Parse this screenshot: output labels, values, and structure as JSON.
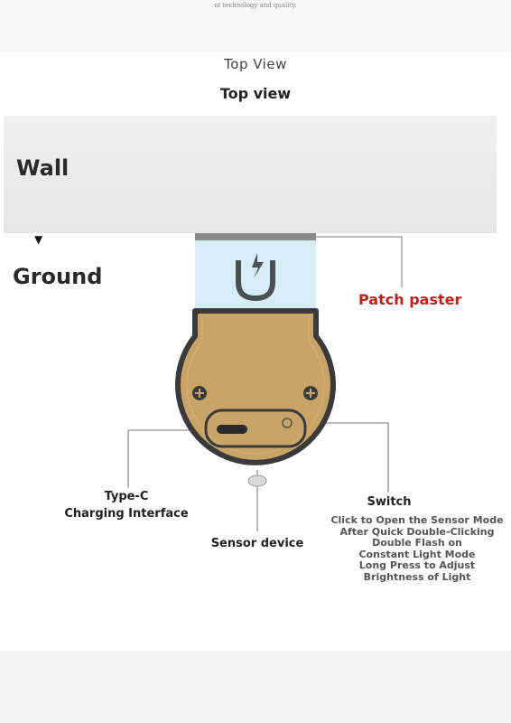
{
  "header": {
    "tagline": "of technology and quality.",
    "title_en": "Top View",
    "title_sub": "Top view"
  },
  "diagram": {
    "wall_label": "Wall",
    "ground_arrow": "▼",
    "ground_label": "Ground",
    "patch_label": "Patch paster",
    "typec_label": [
      "Type-C",
      "Charging Interface"
    ],
    "sensor_label": "Sensor device",
    "switch_label": "Switch",
    "switch_desc": [
      "Click to Open the Sensor Mode",
      "After Quick Double-Clicking",
      "Double Flash on",
      "Constant Light Mode",
      "Long Press to Adjust",
      "Brightness of Light"
    ],
    "colors": {
      "patch_red": "#b8231e",
      "body_gold": "#c9a468",
      "patch_blue": "#d6ecf7"
    },
    "icons": [
      "magnet-icon",
      "screw-icon",
      "usb-c-port-icon",
      "switch-button-icon",
      "sensor-lens-icon"
    ]
  }
}
